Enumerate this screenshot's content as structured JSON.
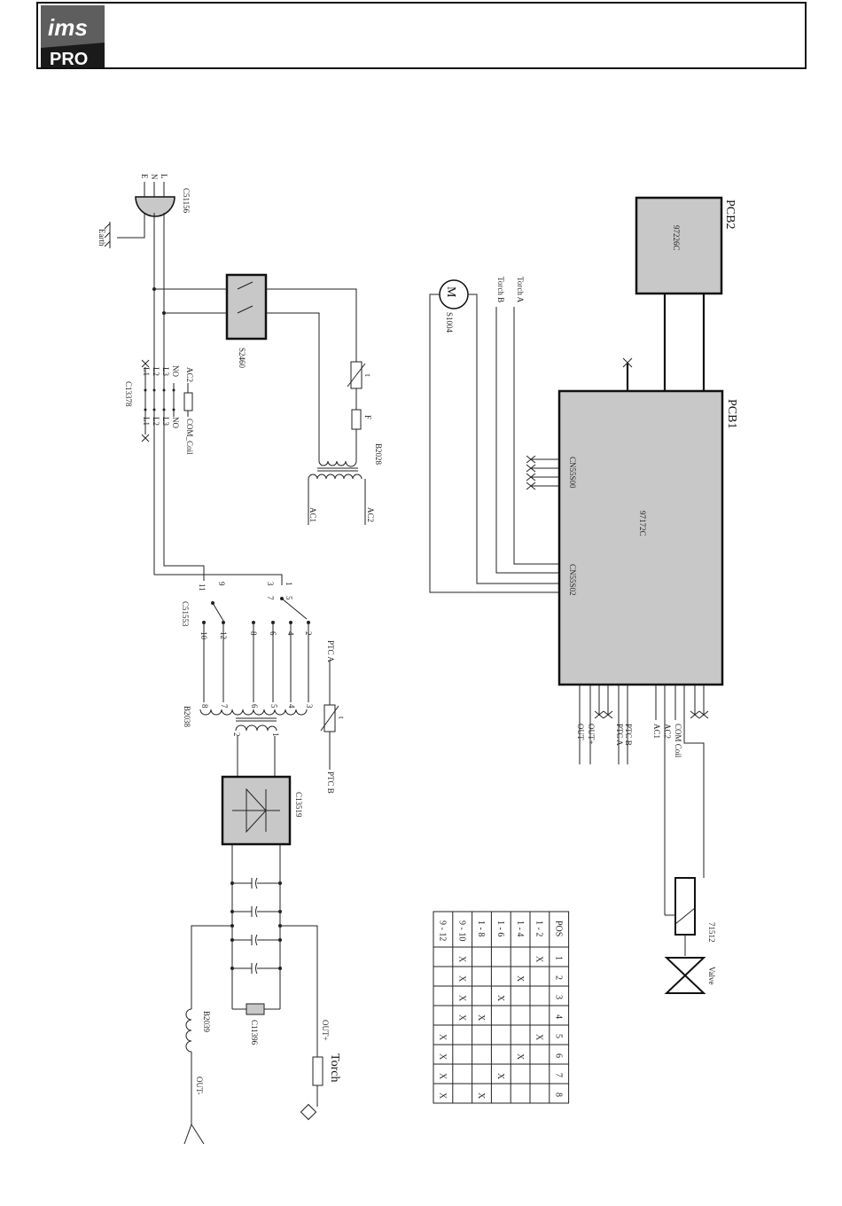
{
  "header": {
    "logo_top": "ims",
    "logo_bottom": "PRO"
  },
  "labels": {
    "plug_pins": [
      "L",
      "N",
      "E"
    ],
    "plug": "C51156",
    "earth": "Earth",
    "switch1": "S2460",
    "relay": "C13378",
    "relay_top_pins": [
      "L1",
      "L2",
      "L3",
      "NO",
      "AC2"
    ],
    "relay_bottom_pins": [
      "L1",
      "L2",
      "L3",
      "NO",
      "COM_Coil"
    ],
    "transformer1": "B2028",
    "transformer1_out": [
      "AC1",
      "AC2"
    ],
    "thermal": "t",
    "fuse": "F",
    "motor_symbol": "M",
    "motor": "S1004",
    "torch_a": "Torch  A",
    "torch_b": "Torch  B",
    "pcb2": "PCB2",
    "pcb2_code": "97226C",
    "pcb1": "PCB1",
    "pcb1_code": "97172C",
    "conn_a": "CN55S00",
    "conn_b": "CN55S02",
    "selector": "C51553",
    "selector_top": [
      "11",
      "9",
      "3",
      "7",
      "1",
      "5"
    ],
    "selector_bottom": [
      "10",
      "12",
      "8",
      "6",
      "4",
      "2"
    ],
    "ptc_a": "PTC  A",
    "ptc_b": "PTC  B",
    "transformer2": "B2038",
    "transformer2_taps": [
      "8",
      "7",
      "6",
      "5",
      "4",
      "3"
    ],
    "transformer2_sec": [
      "2",
      "1"
    ],
    "bridge": "C13519",
    "resistor": "C11396",
    "inductor": "B2039",
    "out_minus": "OUT-",
    "out_plus": "OUT+",
    "torch": "Torch",
    "pcb1_bottom": [
      "OUT-",
      "OUT+",
      "PTC  A",
      "PTC  B",
      "AC1",
      "AC2",
      "COM  Coil"
    ],
    "solenoid": "71512",
    "valve": "Valve"
  },
  "table": {
    "header": [
      "POS",
      "1",
      "2",
      "3",
      "4",
      "5",
      "6",
      "7",
      "8"
    ],
    "rows": [
      [
        "1 - 2",
        "X",
        "",
        "",
        "",
        "X",
        "",
        "",
        ""
      ],
      [
        "1 - 4",
        "",
        "X",
        "",
        "",
        "",
        "X",
        "",
        ""
      ],
      [
        "1 - 6",
        "",
        "",
        "X",
        "",
        "",
        "",
        "X",
        ""
      ],
      [
        "1 - 8",
        "",
        "",
        "",
        "X",
        "",
        "",
        "",
        "X"
      ],
      [
        "9 - 10",
        "X",
        "X",
        "X",
        "X",
        "",
        "",
        "",
        ""
      ],
      [
        "9 - 12",
        "",
        "",
        "",
        "",
        "X",
        "X",
        "X",
        "X"
      ]
    ]
  }
}
